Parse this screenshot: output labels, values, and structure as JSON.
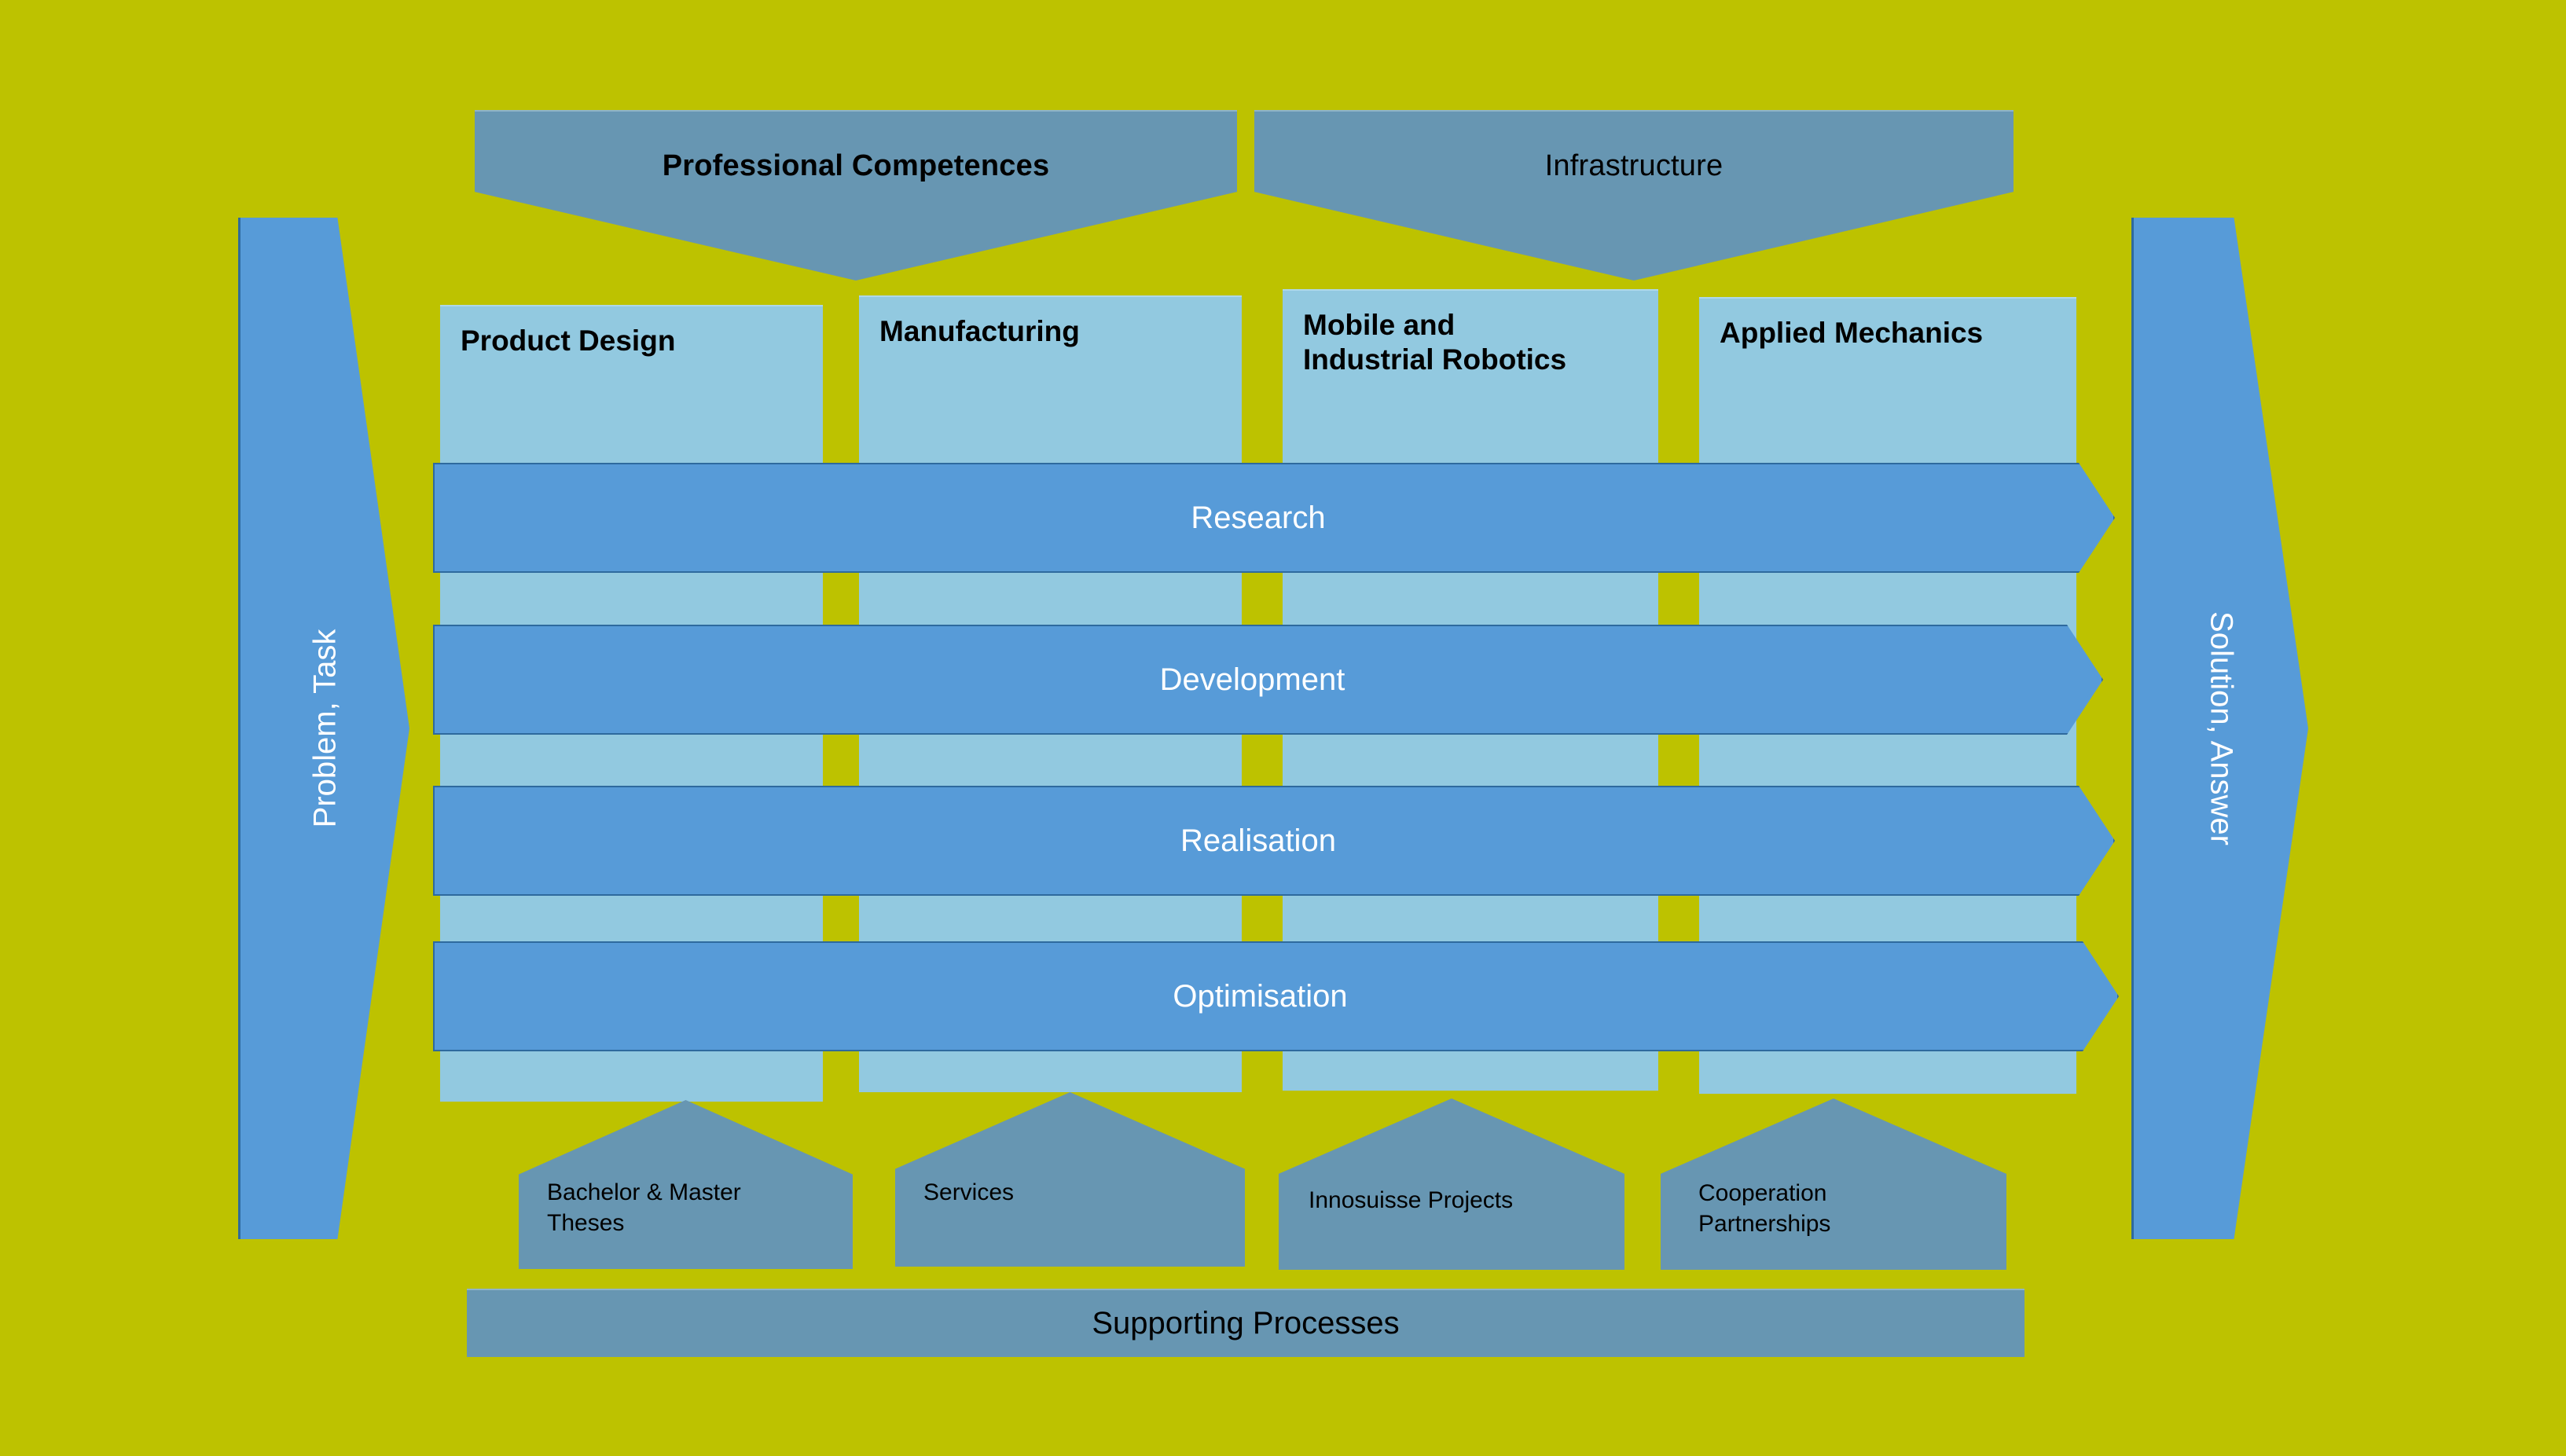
{
  "colors": {
    "background": "#BDC200",
    "slate_blue": "#6796B2",
    "light_blue": "#92C9E0",
    "arrow_blue": "#579BD8",
    "arrow_border": "#2E6A9E",
    "text_dark": "#000000",
    "text_light": "#FFFFFF"
  },
  "top_banners": [
    {
      "label": "Professional Competences",
      "bold": true
    },
    {
      "label": "Infrastructure",
      "bold": false
    }
  ],
  "competence_columns": [
    {
      "label": "Product Design"
    },
    {
      "label": "Manufacturing"
    },
    {
      "label": "Mobile and\nIndustrial Robotics"
    },
    {
      "label": "Applied Mechanics"
    }
  ],
  "process_arrows": [
    {
      "label": "Research"
    },
    {
      "label": "Development"
    },
    {
      "label": "Realisation"
    },
    {
      "label": "Optimisation"
    }
  ],
  "side_arrows": {
    "left": {
      "label": "Problem, Task"
    },
    "right": {
      "label": "Solution, Answer"
    }
  },
  "supporting_items": [
    {
      "label": "Bachelor & Master\nTheses"
    },
    {
      "label": "Services"
    },
    {
      "label": "Innosuisse Projects"
    },
    {
      "label": "Cooperation\nPartnerships"
    }
  ],
  "supporting_bar": {
    "label": "Supporting Processes"
  }
}
